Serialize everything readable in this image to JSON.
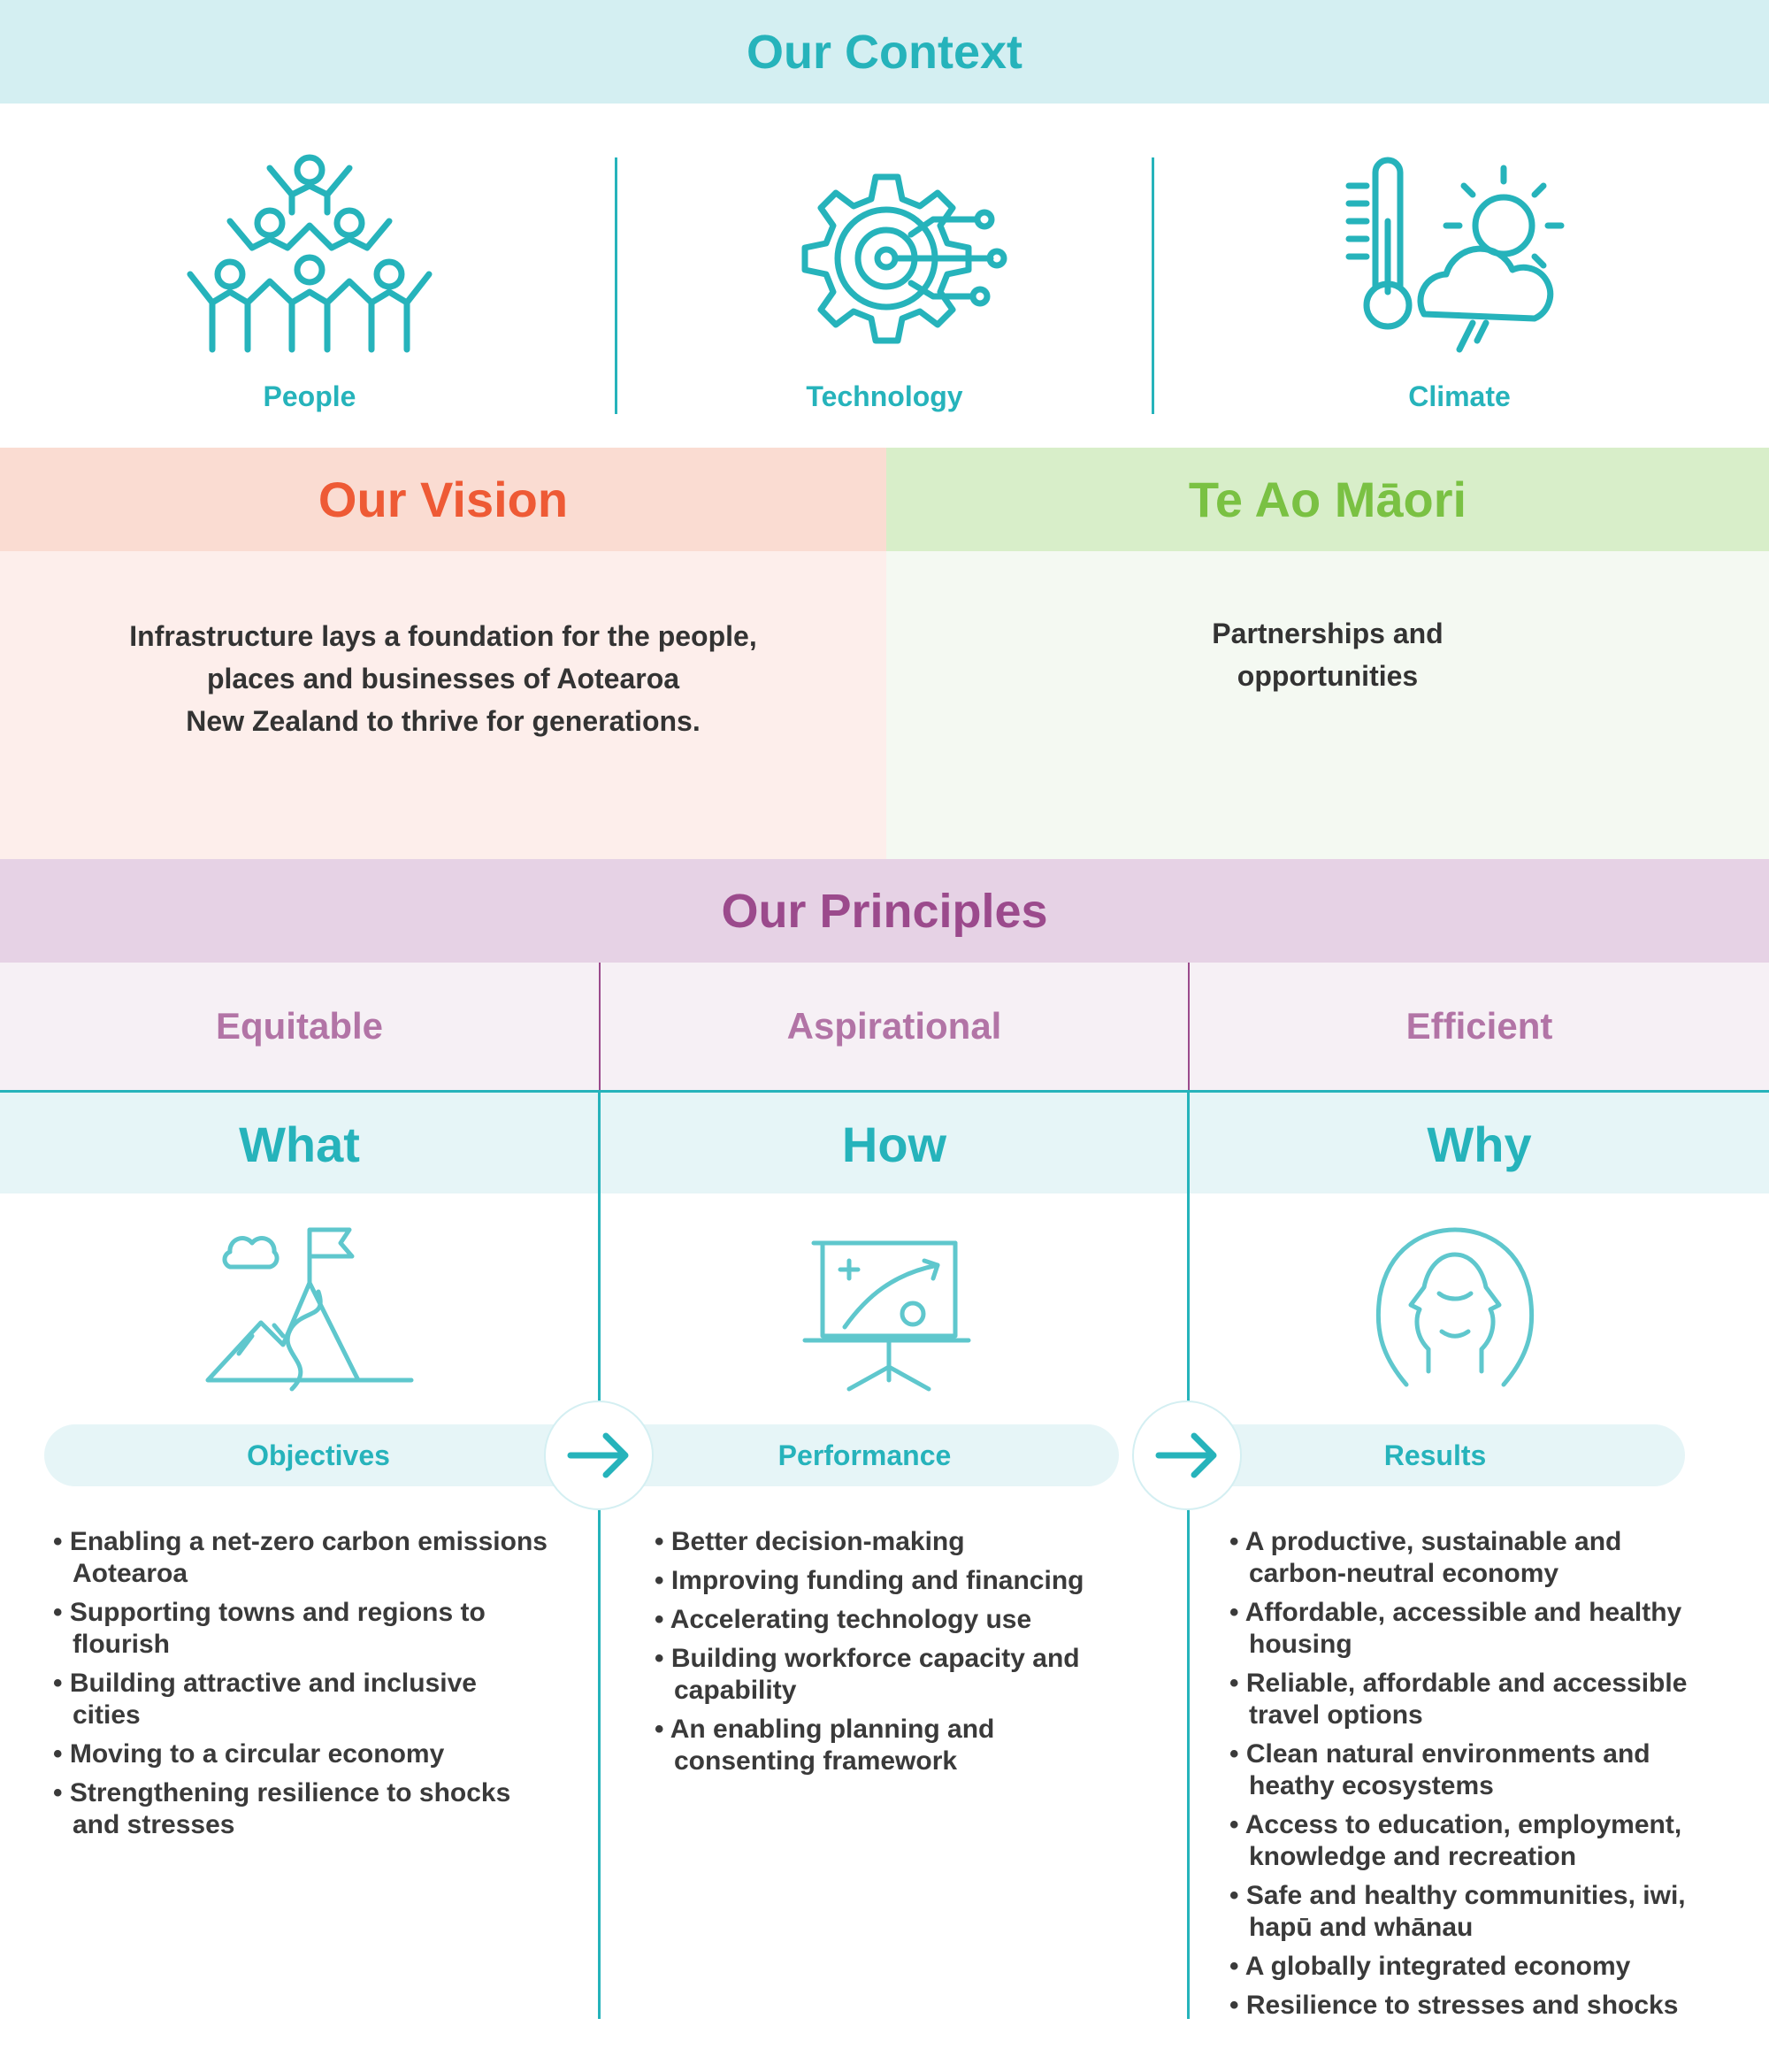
{
  "context": {
    "title": "Our Context",
    "items": [
      {
        "label": "People",
        "icon": "people-icon"
      },
      {
        "label": "Technology",
        "icon": "gear-icon"
      },
      {
        "label": "Climate",
        "icon": "climate-icon"
      }
    ]
  },
  "vision": {
    "title": "Our Vision",
    "lines": [
      "Infrastructure lays a foundation for the people,",
      "places and businesses of Aotearoa",
      "New Zealand to thrive for generations."
    ]
  },
  "maori": {
    "title": "Te Ao Māori",
    "lines": [
      "Partnerships and",
      "opportunities"
    ]
  },
  "principles": {
    "title": "Our Principles",
    "items": [
      "Equitable",
      "Aspirational",
      "Efficient"
    ]
  },
  "columns": {
    "headers": [
      "What",
      "How",
      "Why"
    ],
    "pills": [
      "Objectives",
      "Performance",
      "Results"
    ],
    "icons": [
      "mountain-flag-icon",
      "strategy-board-icon",
      "head-profile-icon"
    ],
    "objectives": [
      "Enabling a net-zero carbon emissions Aotearoa",
      "Supporting towns and regions to flourish",
      "Building attractive and inclusive cities",
      "Moving to a circular economy",
      "Strengthening resilience to shocks and stresses"
    ],
    "performance": [
      "Better decision-making",
      "Improving funding and financing",
      "Accelerating technology use",
      "Building workforce capacity and capability",
      "An enabling planning and consenting framework"
    ],
    "results": [
      "A productive, sustainable and carbon-neutral economy",
      "Affordable, accessible and healthy housing",
      "Reliable, affordable and accessible travel options",
      "Clean natural environments and heathy ecosystems",
      "Access to education, employment, knowledge and recreation",
      "Safe and healthy communities, iwi, hapū and whānau",
      "A globally integrated economy",
      "Resilience to stresses and shocks"
    ]
  },
  "colors": {
    "teal": "#26b3bb",
    "orange": "#ee5a35",
    "green": "#7ac143",
    "purple": "#9b4a8c"
  }
}
